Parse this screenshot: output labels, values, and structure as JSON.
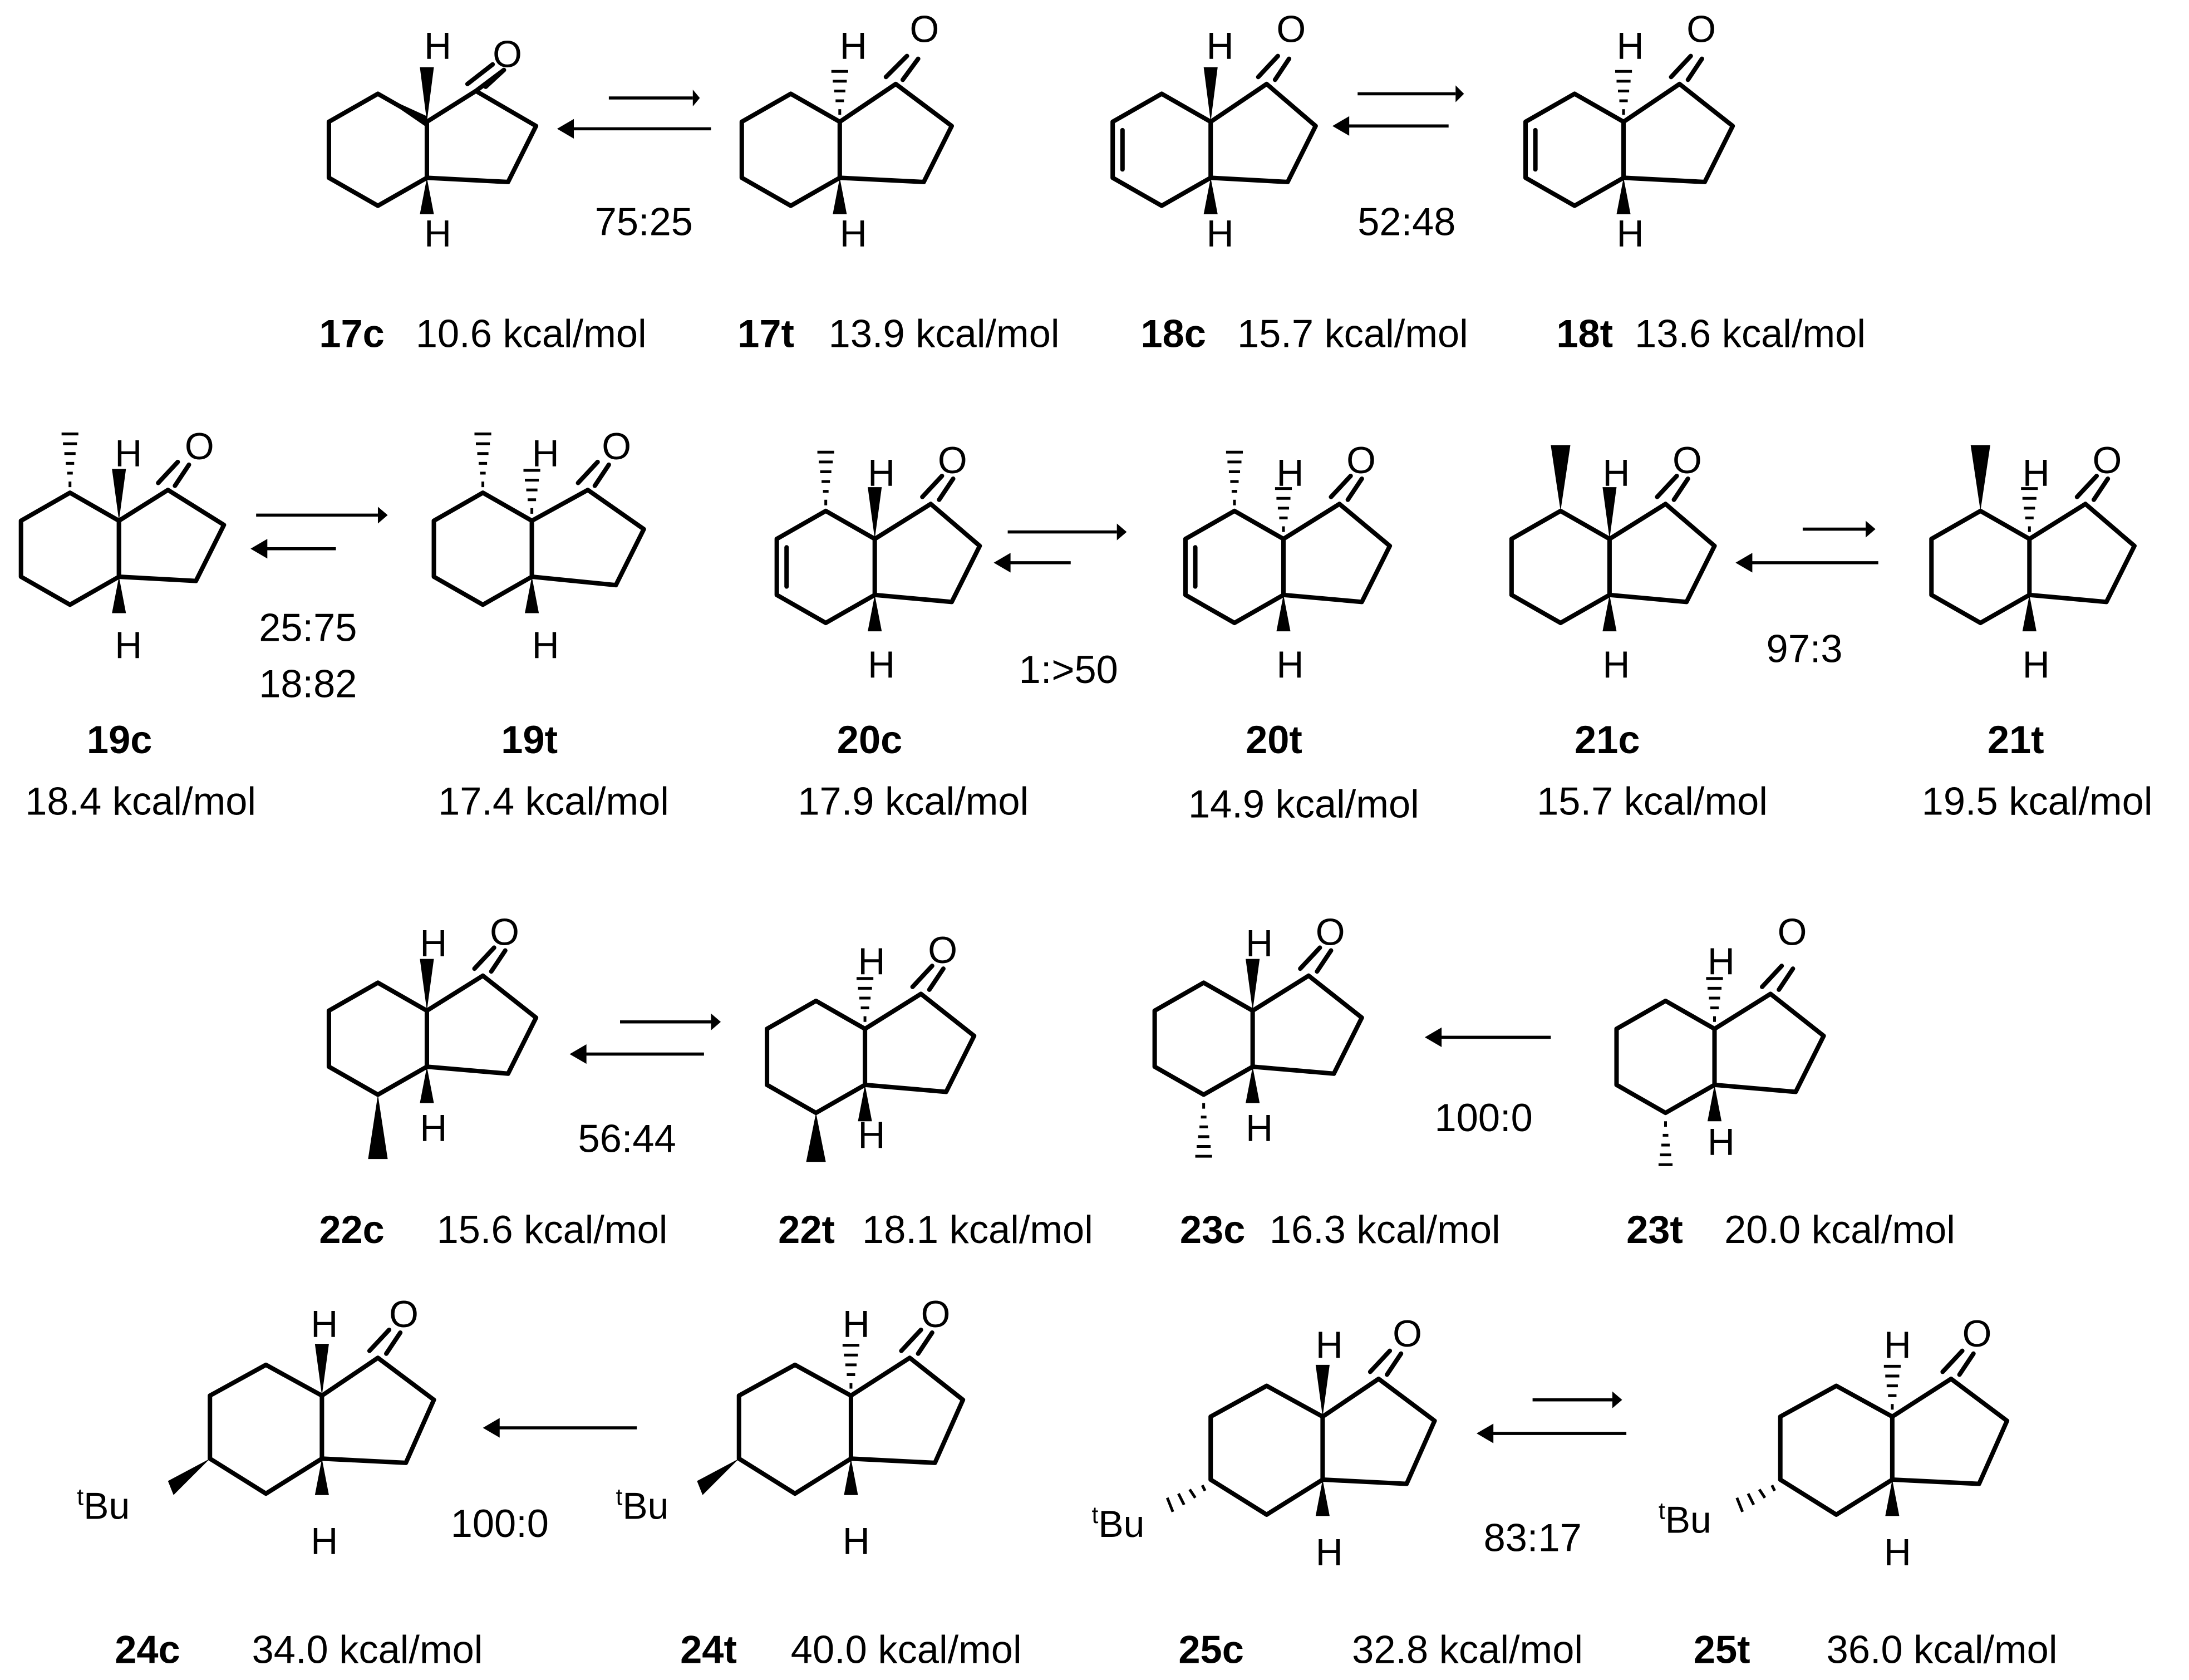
{
  "atom_labels": {
    "hydrogen": "H",
    "oxygen": "O",
    "tbu_sup": "t",
    "tbu_main": "Bu"
  },
  "compounds": {
    "c17c": {
      "id": "17c",
      "energy": "10.6 kcal/mol"
    },
    "c17t": {
      "id": "17t",
      "energy": "13.9 kcal/mol"
    },
    "c18c": {
      "id": "18c",
      "energy": "15.7 kcal/mol"
    },
    "c18t": {
      "id": "18t",
      "energy": "13.6 kcal/mol"
    },
    "c19c": {
      "id": "19c",
      "energy": "18.4 kcal/mol"
    },
    "c19t": {
      "id": "19t",
      "energy": "17.4 kcal/mol"
    },
    "c20c": {
      "id": "20c",
      "energy": "17.9 kcal/mol"
    },
    "c20t": {
      "id": "20t",
      "energy": "14.9 kcal/mol"
    },
    "c21c": {
      "id": "21c",
      "energy": "15.7 kcal/mol"
    },
    "c21t": {
      "id": "21t",
      "energy": "19.5 kcal/mol"
    },
    "c22c": {
      "id": "22c",
      "energy": "15.6 kcal/mol"
    },
    "c22t": {
      "id": "22t",
      "energy": "18.1 kcal/mol"
    },
    "c23c": {
      "id": "23c",
      "energy": "16.3 kcal/mol"
    },
    "c23t": {
      "id": "23t",
      "energy": "20.0 kcal/mol"
    },
    "c24c": {
      "id": "24c",
      "energy": "34.0 kcal/mol"
    },
    "c24t": {
      "id": "24t",
      "energy": "40.0 kcal/mol"
    },
    "c25c": {
      "id": "25c",
      "energy": "32.8 kcal/mol"
    },
    "c25t": {
      "id": "25t",
      "energy": "36.0 kcal/mol"
    }
  },
  "ratios": {
    "r17": "75:25",
    "r18": "52:48",
    "r19a": "25:75",
    "r19b": "18:82",
    "r20": "1:>50",
    "r21": "97:3",
    "r22": "56:44",
    "r23": "100:0",
    "r24": "100:0",
    "r25": "83:17"
  }
}
